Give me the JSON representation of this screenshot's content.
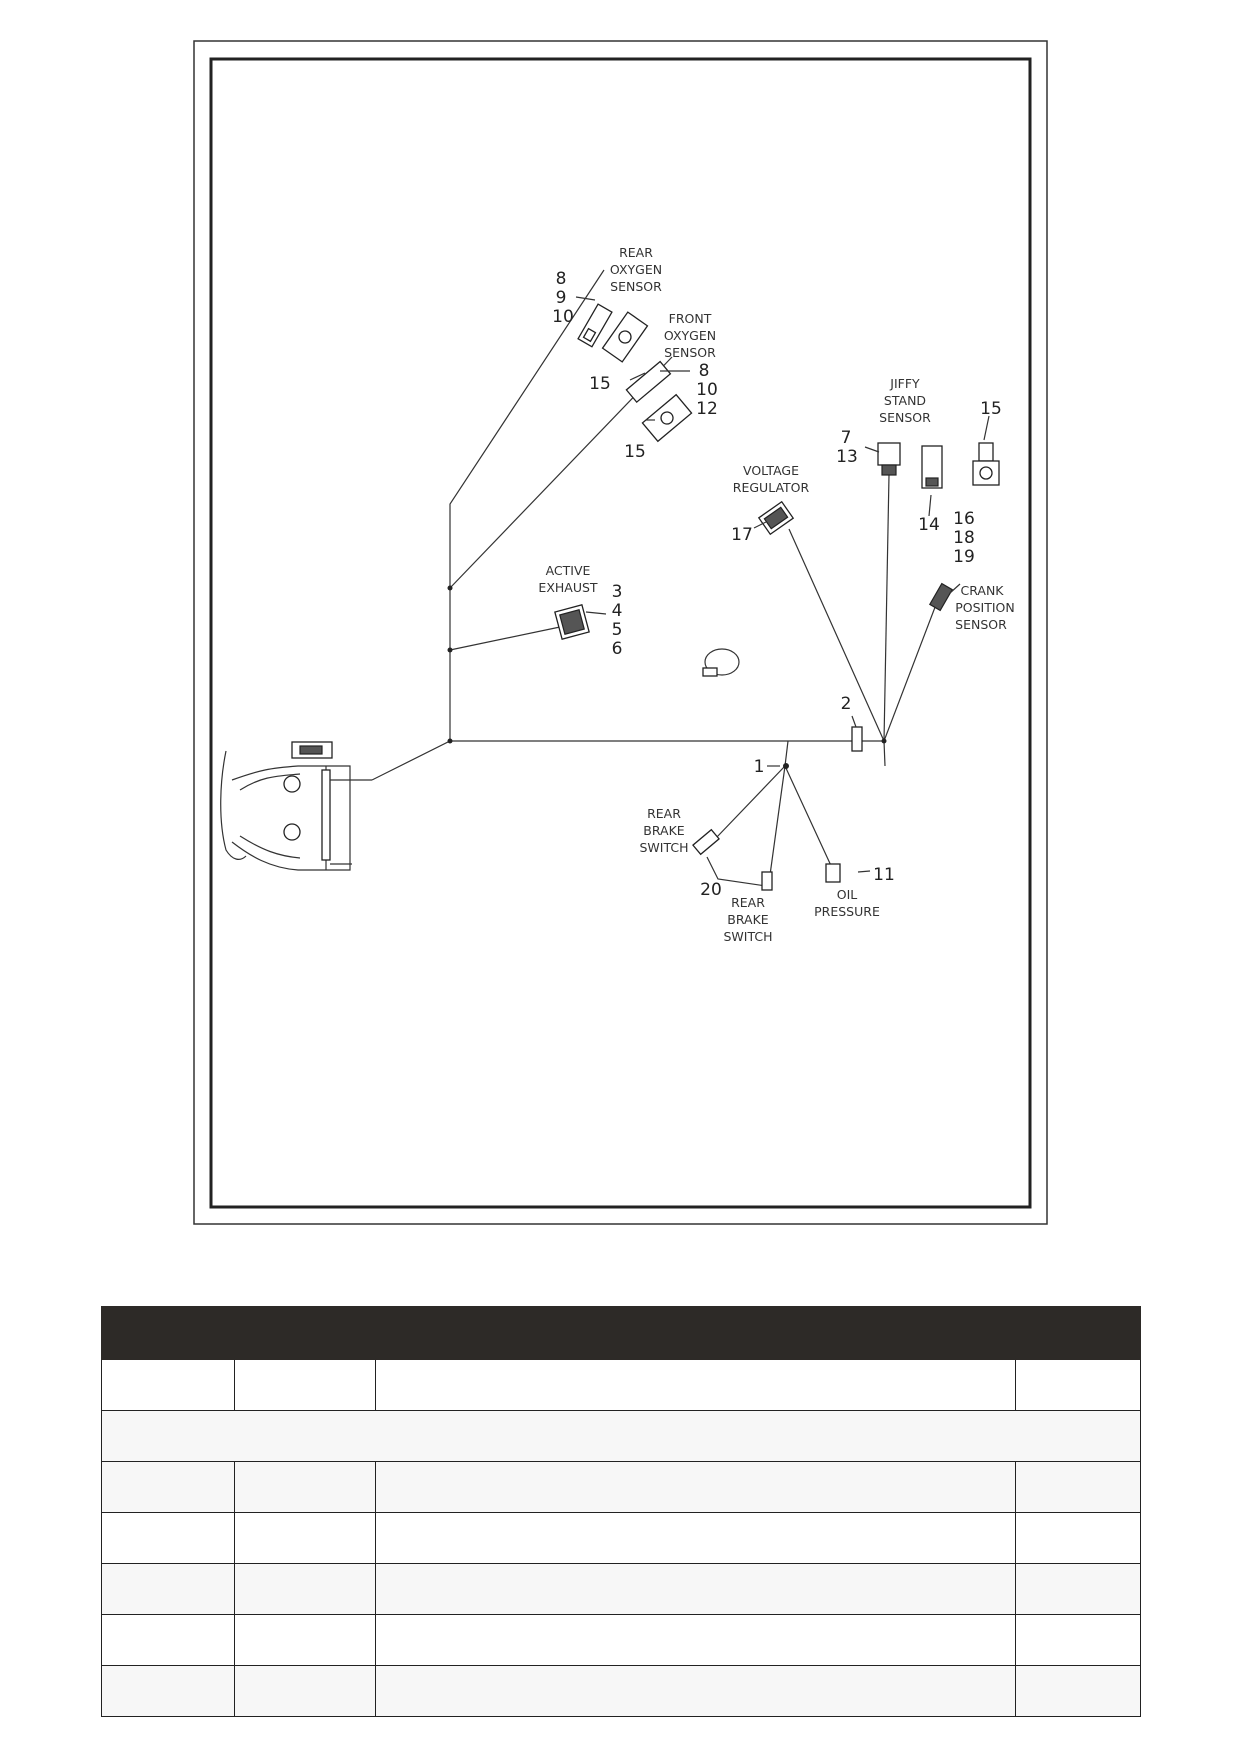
{
  "diagram": {
    "labels": {
      "rear_oxygen_sensor": [
        "REAR",
        "OXYGEN",
        "SENSOR"
      ],
      "front_oxygen_sensor": [
        "FRONT",
        "OXYGEN",
        "SENSOR"
      ],
      "jiffy_stand_sensor": [
        "JIFFY",
        "STAND",
        "SENSOR"
      ],
      "voltage_regulator": [
        "VOLTAGE",
        "REGULATOR"
      ],
      "active_exhaust": [
        "ACTIVE",
        "EXHAUST"
      ],
      "crank_position_sensor": [
        "CRANK",
        "POSITION",
        "SENSOR"
      ],
      "rear_brake_switch_left": [
        "REAR",
        "BRAKE",
        "SWITCH"
      ],
      "rear_brake_switch_bottom": [
        "REAR",
        "BRAKE",
        "SWITCH"
      ],
      "oil_pressure": [
        "OIL",
        "PRESSURE"
      ]
    },
    "callouts": {
      "rear_o2": [
        "8",
        "9",
        "10"
      ],
      "rear_o2_cap": "15",
      "front_o2": [
        "8",
        "10",
        "12"
      ],
      "front_o2_cap": "15",
      "jiffy": [
        "7",
        "13"
      ],
      "jiffy_part": "14",
      "top_right_cap": "15",
      "crank": [
        "16",
        "18",
        "19"
      ],
      "voltage": "17",
      "active_exhaust": [
        "3",
        "4",
        "5",
        "6"
      ],
      "item_2": "2",
      "item_1": "1",
      "item_20": "20",
      "item_11": "11"
    }
  },
  "table": {
    "header": [
      "",
      "",
      "",
      ""
    ],
    "rows": [
      {
        "type": "data",
        "cells": [
          "",
          "",
          "",
          ""
        ]
      },
      {
        "type": "section",
        "text": ""
      },
      {
        "type": "data",
        "cells": [
          "",
          "",
          "",
          ""
        ]
      },
      {
        "type": "data",
        "cells": [
          "",
          "",
          "",
          ""
        ]
      },
      {
        "type": "data",
        "cells": [
          "",
          "",
          "",
          ""
        ]
      },
      {
        "type": "data",
        "cells": [
          "",
          "",
          "",
          ""
        ]
      },
      {
        "type": "data",
        "cells": [
          "",
          "",
          "",
          ""
        ]
      }
    ]
  }
}
